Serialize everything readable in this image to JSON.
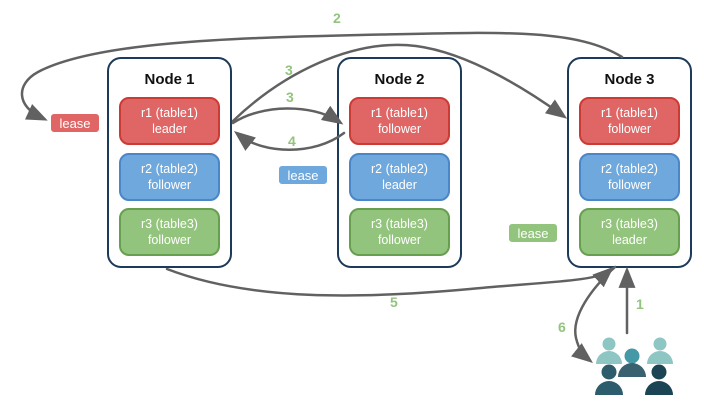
{
  "diagram": {
    "nodes": [
      {
        "title": "Node 1",
        "replicas": [
          {
            "line1": "r1 (table1)",
            "line2": "leader",
            "color": "red"
          },
          {
            "line1": "r2 (table2)",
            "line2": "follower",
            "color": "blue"
          },
          {
            "line1": "r3 (table3)",
            "line2": "follower",
            "color": "green"
          }
        ]
      },
      {
        "title": "Node 2",
        "replicas": [
          {
            "line1": "r1 (table1)",
            "line2": "follower",
            "color": "red"
          },
          {
            "line1": "r2 (table2)",
            "line2": "leader",
            "color": "blue"
          },
          {
            "line1": "r3 (table3)",
            "line2": "follower",
            "color": "green"
          }
        ]
      },
      {
        "title": "Node 3",
        "replicas": [
          {
            "line1": "r1 (table1)",
            "line2": "follower",
            "color": "red"
          },
          {
            "line1": "r2 (table2)",
            "line2": "follower",
            "color": "blue"
          },
          {
            "line1": "r3 (table3)",
            "line2": "leader",
            "color": "green"
          }
        ]
      }
    ],
    "leases": [
      {
        "label": "lease",
        "color": "red"
      },
      {
        "label": "lease",
        "color": "blue"
      },
      {
        "label": "lease",
        "color": "green"
      }
    ],
    "steps": [
      {
        "label": "1"
      },
      {
        "label": "2"
      },
      {
        "label": "3"
      },
      {
        "label": "3"
      },
      {
        "label": "4"
      },
      {
        "label": "5"
      },
      {
        "label": "6"
      }
    ],
    "icons": {
      "clients": "people-group-icon"
    },
    "colors": {
      "replica_red_fill": "#e06666",
      "replica_red_border": "#cc3b33",
      "replica_blue_fill": "#6fa8dc",
      "replica_blue_border": "#4a86c8",
      "replica_green_fill": "#93c47d",
      "replica_green_border": "#66a04e",
      "node_border": "#1c3a5a",
      "arrow_gray": "#616161",
      "step_number_green": "#93c47d",
      "clients_light_teal": "#8ec6c4",
      "clients_teal": "#4598a5",
      "clients_slate": "#3a6170",
      "clients_dark_teal": "#2d5d6c",
      "clients_darkest_teal": "#1b4554"
    }
  }
}
